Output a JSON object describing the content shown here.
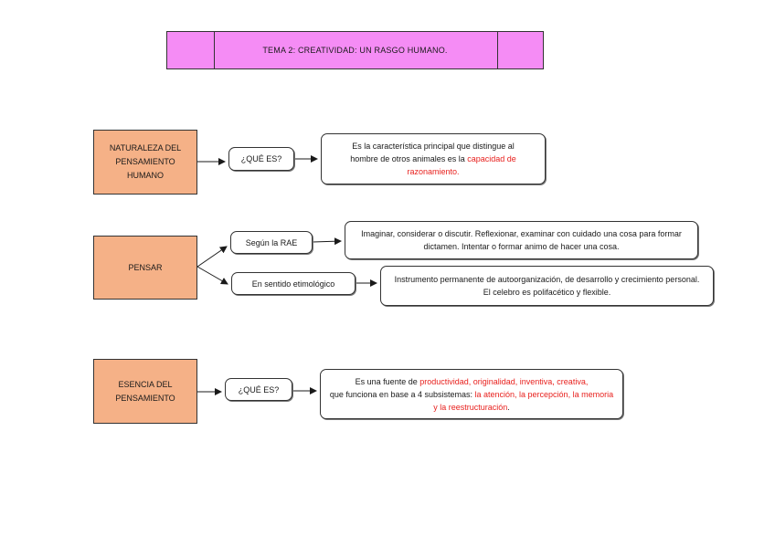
{
  "title": "TEMA 2: CREATIVIDAD: UN RASGO HUMANO.",
  "rows": [
    {
      "concept": [
        "NATURALEZA DEL",
        "PENSAMIENTO",
        "HUMANO"
      ],
      "question": "¿QUÉ ES?",
      "answer": {
        "part1": "Es la característica principal que distingue al",
        "part2": "hombre de otros animales es la ",
        "highlight": "capacidad de razonamiento."
      }
    },
    {
      "concept": [
        "PENSAR"
      ],
      "branches": [
        {
          "label": "Según la RAE",
          "text": "Imaginar, considerar o discutir. Reflexionar, examinar con cuidado una cosa para formar dictamen. Intentar o formar animo de hacer una cosa."
        },
        {
          "label": "En sentido etimológico",
          "text": "Instrumento permanente de autoorganización, de desarrollo y crecimiento personal. El celebro es polifacético y flexible."
        }
      ]
    },
    {
      "concept": [
        "ESENCIA DEL",
        "PENSAMIENTO"
      ],
      "question": "¿QUÉ ES?",
      "answer": {
        "part1": "Es una fuente de ",
        "highlight1": "productividad, originalidad, inventiva, creativa,",
        "part2": "que funciona en base a 4 subsistemas: ",
        "highlight2": "la atención, la percepción, la memoria y la reestructuración",
        "part3": "."
      }
    }
  ],
  "colors": {
    "title_bg": "#f58cf5",
    "concept_bg": "#f5b187",
    "highlight": "#e8211e"
  }
}
